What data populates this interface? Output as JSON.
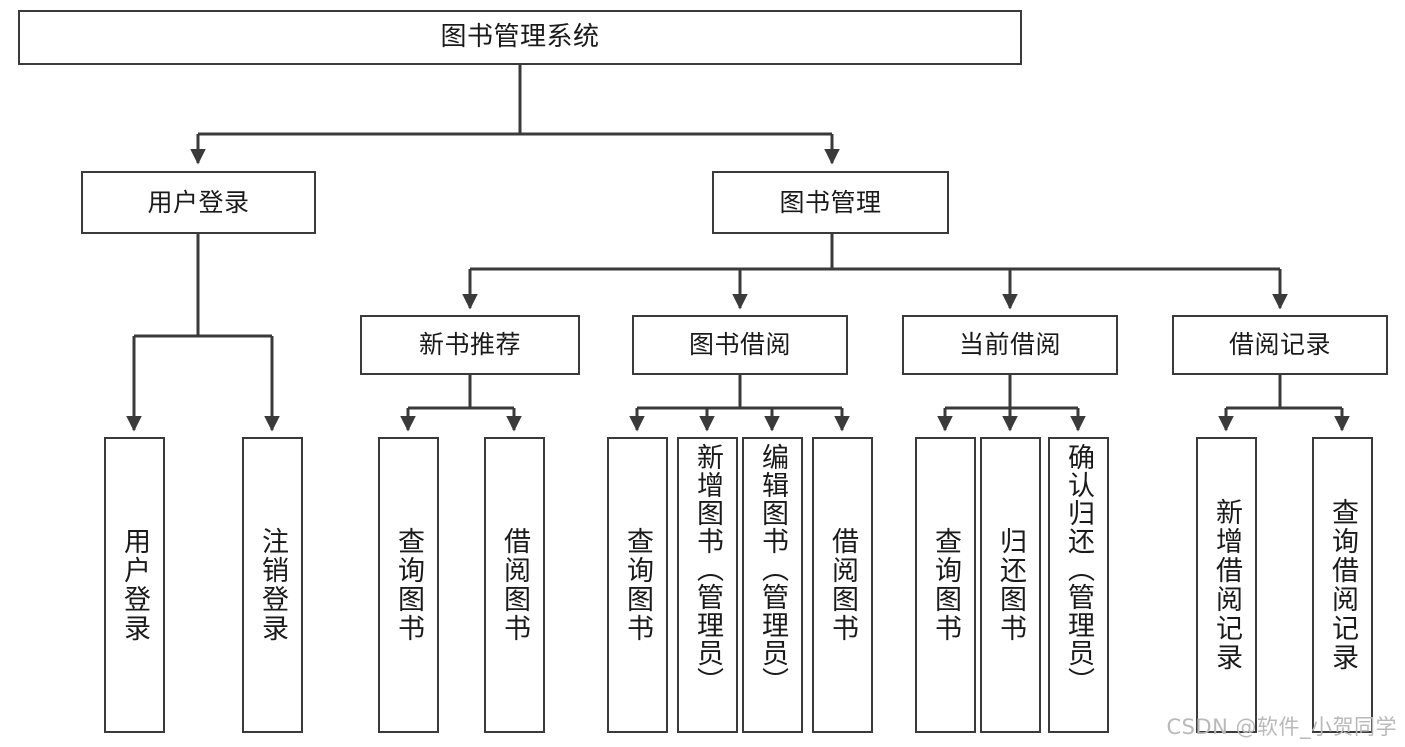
{
  "diagram": {
    "title": "图书管理系统",
    "type": "tree",
    "stroke_color": "#3a3a3a",
    "fill_color": "#ffffff",
    "text_color": "#1a1a1a",
    "watermark": "CSDN @软件_小贺同学",
    "levels": {
      "root": {
        "label": "图书管理系统"
      },
      "level2": [
        {
          "label": "用户登录"
        },
        {
          "label": "图书管理"
        }
      ],
      "level3": [
        {
          "label": "新书推荐"
        },
        {
          "label": "图书借阅"
        },
        {
          "label": "当前借阅"
        },
        {
          "label": "借阅记录"
        }
      ],
      "leaves": {
        "user_login": [
          {
            "label": "用户登录"
          },
          {
            "label": "注销登录"
          }
        ],
        "new_book_recommend": [
          {
            "label": "查询图书"
          },
          {
            "label": "借阅图书"
          }
        ],
        "book_borrow": [
          {
            "label": "查询图书"
          },
          {
            "label": "新增图书（管理员）"
          },
          {
            "label": "编辑图书（管理员）"
          },
          {
            "label": "借阅图书"
          }
        ],
        "current_borrow": [
          {
            "label": "查询图书"
          },
          {
            "label": "归还图书"
          },
          {
            "label": "确认归还（管理员）"
          }
        ],
        "borrow_record": [
          {
            "label": "新增借阅记录"
          },
          {
            "label": "查询借阅记录"
          }
        ]
      }
    }
  }
}
